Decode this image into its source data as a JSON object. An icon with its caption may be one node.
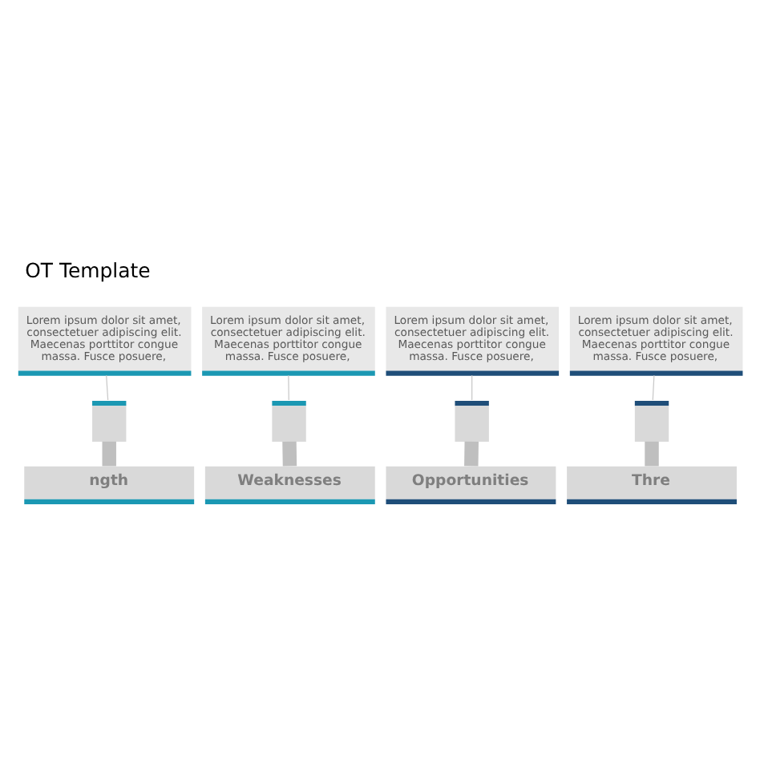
{
  "diagram": {
    "title": "OT Template",
    "nodes": [
      {
        "text": [
          "Lorem ipsum dolor sit amet, consectetuer adipiscing elit. Maecenas porttitor congue massa. Fusce posuere,"
        ]
      },
      {
        "text": [
          "Lorem ipsum dolor sit amet, consectetuer adipiscing elit. Maecenas porttitor congue massa. Fusce posuere,"
        ]
      },
      {
        "text": [
          "Lorem ipsum dolor sit amet, consectetuer adipiscing elit. Maecenas porttitor congue massa. Fusce posuere,"
        ]
      },
      {
        "text": [
          "Lorem ipsum dolor sit amet, consectetuer adipiscing elit. Maecenas porttitor congue massa. Fusce posuere,"
        ]
      },
      {
        "text": [],
        "shape": "box"
      },
      {
        "text": [],
        "shape": "box"
      },
      {
        "text": [],
        "shape": "box"
      },
      {
        "text": [],
        "shape": "box"
      },
      {
        "text": [
          "ngth"
        ]
      },
      {
        "text": [
          "Weaknesses"
        ]
      },
      {
        "text": [
          "Opportunities"
        ]
      },
      {
        "text": [
          "Thre"
        ]
      }
    ],
    "edges": [
      {
        "from": 2,
        "to": 4,
        "arrow": "none"
      },
      {
        "from": 0,
        "to": 5,
        "arrow": "none"
      },
      {
        "from": 1,
        "to": 6,
        "arrow": "none"
      },
      {
        "from": 3,
        "to": 7,
        "arrow": "none"
      },
      {
        "from": 4,
        "to": 8,
        "arrow": "none",
        "style": "thick"
      },
      {
        "from": 5,
        "to": 9,
        "arrow": "none",
        "style": "thick"
      },
      {
        "from": 6,
        "to": 10,
        "arrow": "none",
        "style": "thick"
      },
      {
        "from": 7,
        "to": 11,
        "arrow": "none",
        "style": "thick"
      }
    ]
  }
}
